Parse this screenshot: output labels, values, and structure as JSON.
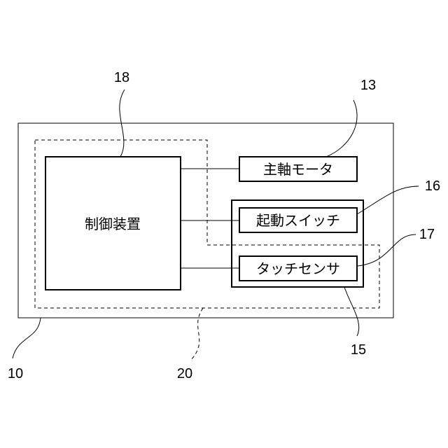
{
  "components": {
    "controller": "制御装置",
    "spindle_motor": "主軸モータ",
    "start_switch": "起動スイッチ",
    "touch_sensor": "タッチセンサ"
  },
  "reference_numerals": {
    "machine_body": "10",
    "spindle_motor": "13",
    "switch_panel": "15",
    "start_switch": "16",
    "touch_sensor": "17",
    "controller": "18",
    "control_unit": "20"
  }
}
